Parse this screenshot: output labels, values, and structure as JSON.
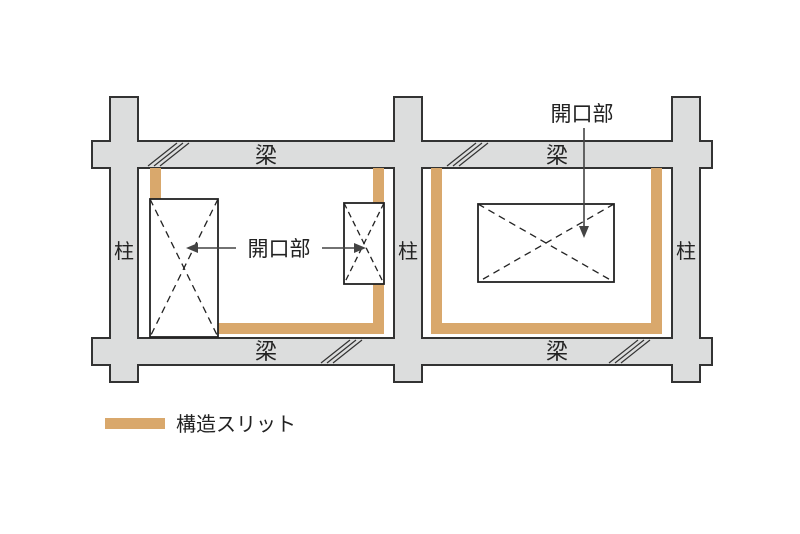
{
  "labels": {
    "beam": "梁",
    "column": "柱",
    "opening": "開口部"
  },
  "legend": {
    "slit_label": "構造スリット"
  },
  "colors": {
    "frame_fill": "#dcdddd",
    "frame_stroke": "#333333",
    "slit": "#d9a86c",
    "text": "#222222"
  }
}
